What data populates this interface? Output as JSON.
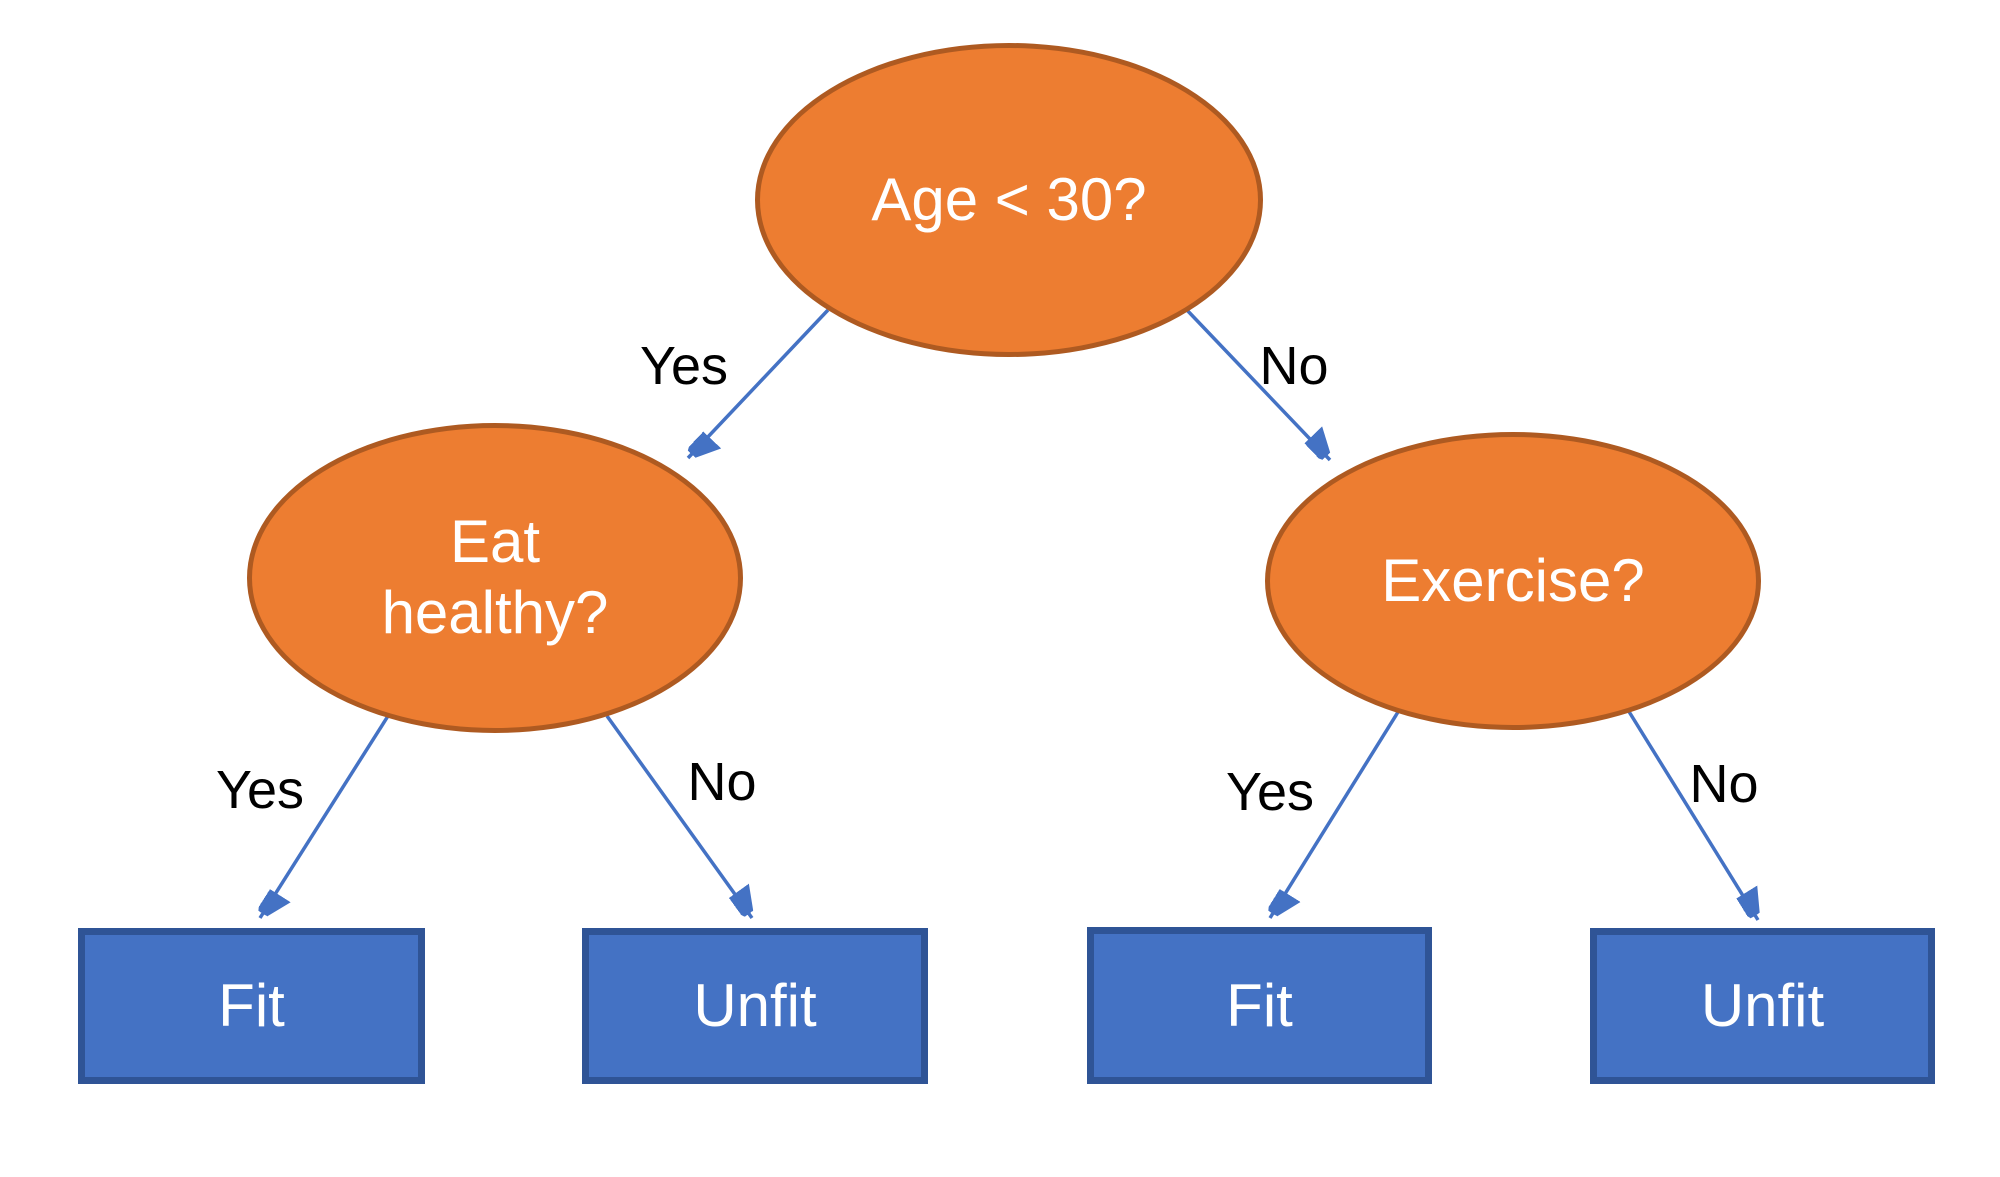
{
  "diagram": {
    "type": "decision-tree",
    "background": "#ffffff",
    "colors": {
      "decision_fill": "#ED7D31",
      "decision_border": "#AE5A21",
      "leaf_fill": "#4472C4",
      "leaf_border": "#2F5496",
      "arrow": "#4472C4",
      "decision_text": "#FFFFFF",
      "edge_label_text": "#000000"
    },
    "nodes": {
      "root": {
        "label": "Age < 30?"
      },
      "left": {
        "label": "Eat healthy?"
      },
      "right": {
        "label": "Exercise?"
      }
    },
    "leaves": {
      "leaf1": {
        "label": "Fit"
      },
      "leaf2": {
        "label": "Unfit"
      },
      "leaf3": {
        "label": "Fit"
      },
      "leaf4": {
        "label": "Unfit"
      }
    },
    "edge_labels": {
      "root_left": "Yes",
      "root_right": "No",
      "left_leaf1": "Yes",
      "left_leaf2": "No",
      "right_leaf3": "Yes",
      "right_leaf4": "No"
    }
  }
}
